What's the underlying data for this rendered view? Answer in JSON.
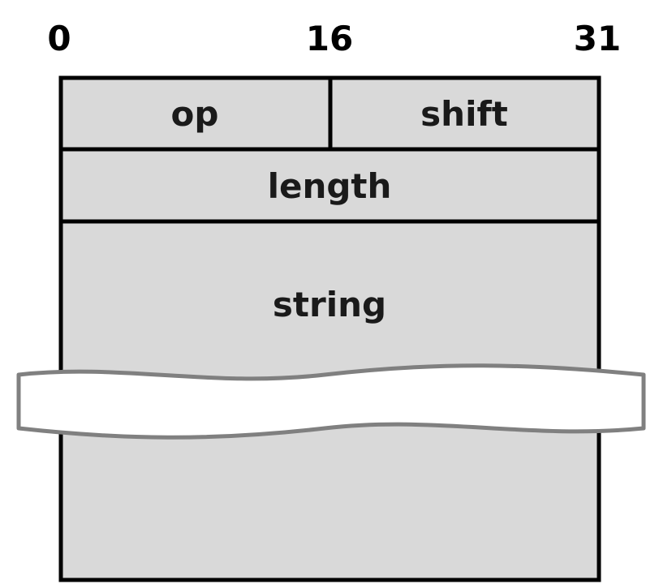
{
  "bit_markers": {
    "start": "0",
    "middle": "16",
    "end": "31"
  },
  "fields": {
    "op": "op",
    "shift": "shift",
    "length": "length",
    "string": "string"
  },
  "colors": {
    "cell_fill": "#d9d9d9",
    "border": "#000000",
    "break_fill": "#ffffff",
    "break_stroke": "#808080",
    "text": "#1a1a1a"
  }
}
